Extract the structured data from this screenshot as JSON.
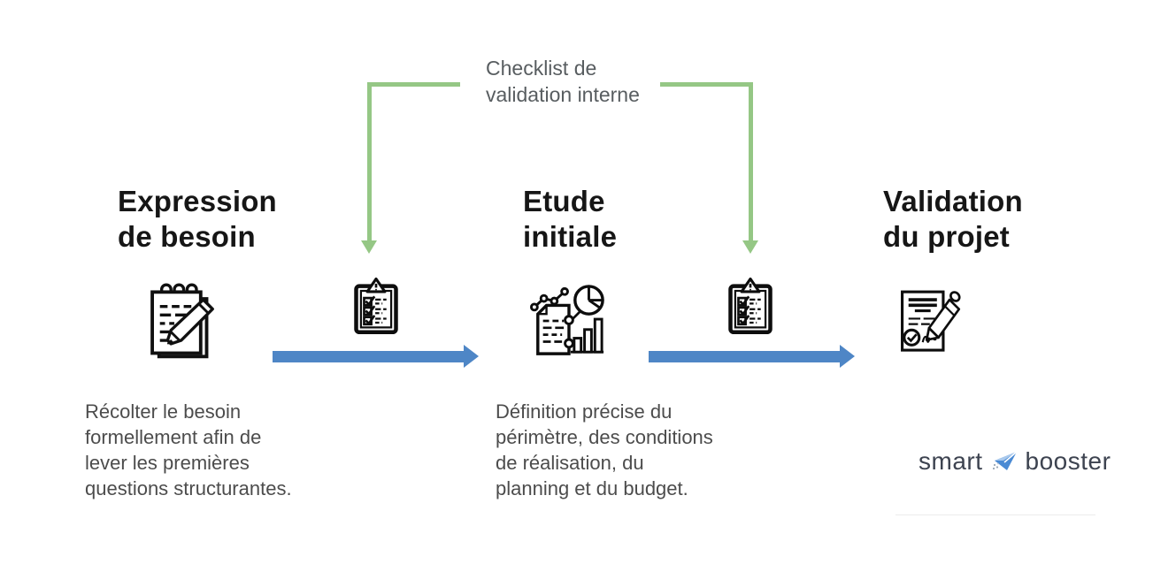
{
  "page": {
    "background": "#ffffff"
  },
  "annotation": {
    "label": "Checklist de\nvalidation interne"
  },
  "stages": [
    {
      "title": "Expression\nde besoin",
      "icon": "notepad-pencil-icon",
      "description": "Récolter le besoin\nformellement afin de\nlever les premières\nquestions structurantes."
    },
    {
      "title": "Etude\ninitiale",
      "icon": "analytics-icon",
      "description": "Définition précise du\npérimètre, des conditions\nde réalisation, du\nplanning et du budget."
    },
    {
      "title": "Validation\ndu projet",
      "icon": "signed-document-icon",
      "description": ""
    }
  ],
  "checkpoints": [
    {
      "icon": "checklist-warning-icon"
    },
    {
      "icon": "checklist-warning-icon"
    }
  ],
  "logo": {
    "word1": "smart",
    "word2": "booster",
    "icon": "paper-plane-icon"
  },
  "colors": {
    "arrow_blue": "#4e86c6",
    "connector_green": "#95c785",
    "title_text": "#161616",
    "body_text": "#4c4c4c",
    "annotation_text": "#585d60",
    "logo_text": "#3d4350",
    "logo_plane_blue": "#4a8ad4"
  }
}
